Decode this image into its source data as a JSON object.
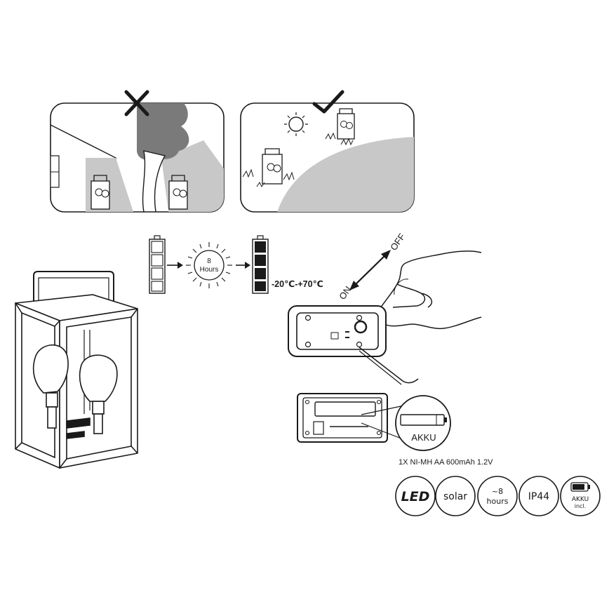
{
  "charge_cycle": {
    "hours_value": "8",
    "hours_unit": "Hours",
    "temperature_range": "-20℃-+70℃"
  },
  "switch": {
    "on_label": "ON",
    "off_label": "OFF"
  },
  "battery": {
    "label": "AKKU",
    "spec": "1X NI-MH AA 600mAh 1.2V"
  },
  "badges": {
    "led": "LED",
    "solar": "solar",
    "hours_top": "~8",
    "hours_bottom": "hours",
    "ip": "IP44",
    "akku_top": "AKKU",
    "akku_bottom": "incl."
  },
  "colors": {
    "line": "#1a1a1a",
    "shade": "#7a7a7a",
    "light_shade": "#c8c8c8",
    "background": "#ffffff"
  }
}
